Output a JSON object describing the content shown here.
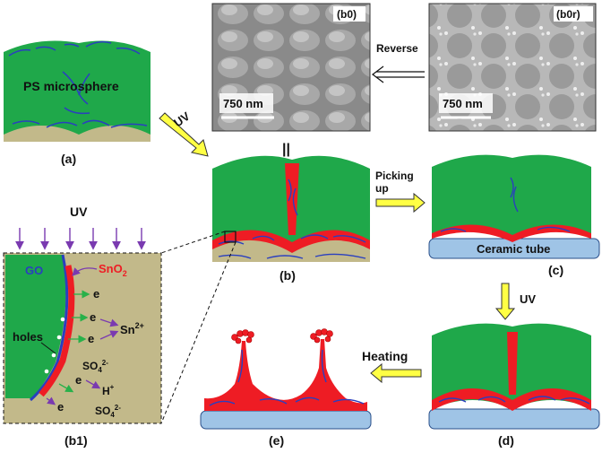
{
  "panels": {
    "a": {
      "label": "(a)",
      "text": "PS microsphere"
    },
    "b0": {
      "label": "(b0)",
      "scale": "750 nm"
    },
    "b0r": {
      "label": "(b0r)",
      "scale": "750 nm"
    },
    "b": {
      "label": "(b)"
    },
    "b1": {
      "label": "(b1)"
    },
    "c": {
      "label": "(c)",
      "substrate": "Ceramic tube"
    },
    "d": {
      "label": "(d)"
    },
    "e": {
      "label": "(e)"
    }
  },
  "arrows": {
    "uv_a_b": "UV",
    "reverse": "Reverse",
    "equals": "||",
    "picking_up": "Picking up",
    "uv_c_d": "UV",
    "heating": "Heating"
  },
  "b1_inset": {
    "uv_label": "UV",
    "go": "GO",
    "sno2": "SnO",
    "sno2_sub": "2",
    "holes": "holes",
    "e": "e",
    "sn2": "Sn",
    "sn2_sup": "2+",
    "so4": "SO",
    "so4_sub": "4",
    "so4_sup": "2-",
    "h": "H",
    "h_sup": "+"
  },
  "colors": {
    "green": "#1fa84a",
    "tan": "#c2b98a",
    "red": "#ee1c24",
    "blue": "#2a3fbf",
    "tube": "#9fc4e6",
    "yellow": "#ffff44",
    "purple": "#7a3ab0"
  }
}
